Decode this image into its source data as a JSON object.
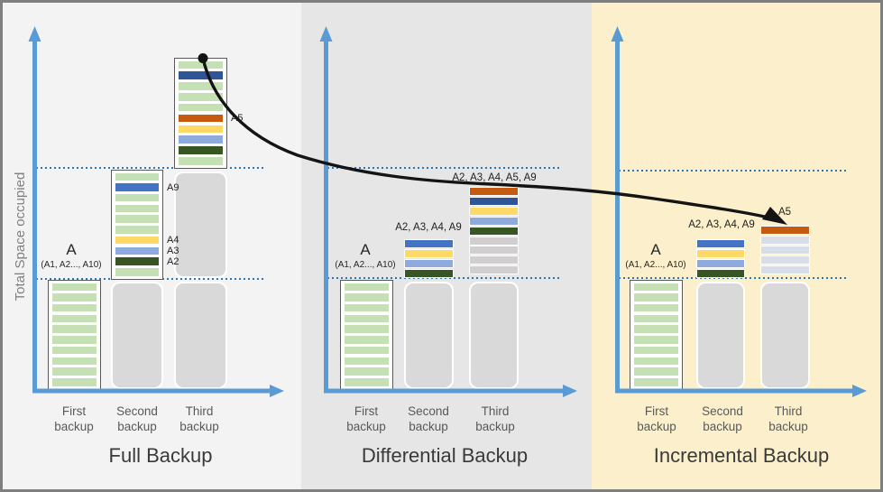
{
  "palette": {
    "green": "#C5E0B4",
    "blue": "#4472C4",
    "navy": "#2F5597",
    "orange": "#C55A11",
    "yellow": "#FFD966",
    "paleblue": "#8FAADC",
    "darkgreen": "#375623",
    "gray": "#D0CECE",
    "bluegray": "#D7DEE8",
    "gray_block": "#D9D9D9",
    "axis_blue": "#5B9BD5",
    "dotted_line": "#2E75B6",
    "panel_full_bg": "#F3F3F3",
    "panel_diff_bg": "#E6E6E6",
    "panel_incr_bg": "#FBF0CB"
  },
  "y_axis_label": "Total Space occupied",
  "panels": [
    {
      "title": "Full Backup",
      "columns": [
        {
          "label": "First backup"
        },
        {
          "label": "Second backup"
        },
        {
          "label": "Third backup"
        }
      ],
      "first_backup_annotation": {
        "main": "A",
        "sub": "(A1, A2..., A10)"
      },
      "bars": [
        {
          "stripes": [
            "green",
            "green",
            "green",
            "green",
            "green",
            "green",
            "green",
            "green",
            "green",
            "green"
          ]
        },
        {
          "stripes": [
            "green",
            "blue",
            "green",
            "green",
            "green",
            "green",
            "yellow",
            "paleblue",
            "darkgreen",
            "green"
          ],
          "side_labels": [
            {
              "text": "A9",
              "stripe_index": 1
            },
            {
              "text": "A4",
              "stripe_index": 6
            },
            {
              "text": "A3",
              "stripe_index": 7
            },
            {
              "text": "A2",
              "stripe_index": 8
            }
          ]
        },
        {
          "stripes": [
            "green",
            "navy",
            "green",
            "green",
            "green",
            "orange",
            "yellow",
            "paleblue",
            "darkgreen",
            "green"
          ],
          "side_labels": [
            {
              "text": "A5",
              "stripe_index": 5
            }
          ]
        }
      ]
    },
    {
      "title": "Differential Backup",
      "columns": [
        {
          "label": "First backup"
        },
        {
          "label": "Second backup"
        },
        {
          "label": "Third backup"
        }
      ],
      "first_backup_annotation": {
        "main": "A",
        "sub": "(A1, A2..., A10)"
      },
      "bars": [
        {
          "stripes": [
            "green",
            "green",
            "green",
            "green",
            "green",
            "green",
            "green",
            "green",
            "green",
            "green"
          ]
        },
        {
          "stripes": [
            "blue",
            "yellow",
            "paleblue",
            "darkgreen"
          ],
          "top_label": "A2, A3, A4, A9"
        },
        {
          "stripes": [
            "orange",
            "navy",
            "yellow",
            "paleblue",
            "darkgreen",
            "gray",
            "gray",
            "gray",
            "gray"
          ],
          "top_label": "A2, A3, A4, A5, A9"
        }
      ]
    },
    {
      "title": "Incremental Backup",
      "columns": [
        {
          "label": "First backup"
        },
        {
          "label": "Second backup"
        },
        {
          "label": "Third backup"
        }
      ],
      "first_backup_annotation": {
        "main": "A",
        "sub": "(A1, A2..., A10)"
      },
      "bars": [
        {
          "stripes": [
            "green",
            "green",
            "green",
            "green",
            "green",
            "green",
            "green",
            "green",
            "green",
            "green"
          ]
        },
        {
          "stripes": [
            "blue",
            "yellow",
            "paleblue",
            "darkgreen"
          ],
          "top_label": "A2, A3, A4, A9"
        },
        {
          "stripes": [
            "orange",
            "bluegray",
            "bluegray",
            "bluegray",
            "bluegray"
          ],
          "top_label": "A5"
        }
      ]
    }
  ]
}
